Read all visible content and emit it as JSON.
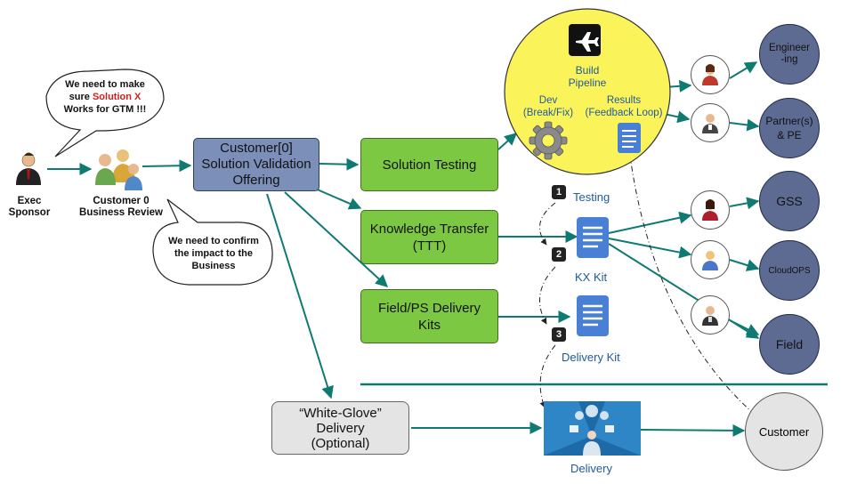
{
  "sponsor": {
    "label": "Exec\nSponsor"
  },
  "customer0": {
    "label": "Customer 0\nBusiness Review"
  },
  "bubble_top": {
    "line1": "We need to make",
    "line2_prefix": "sure ",
    "line2_highlight": "Solution X",
    "line3": "Works for GTM !!!",
    "highlight_color": "#cc1f1f"
  },
  "bubble_bottom": {
    "text": "We need to confirm\nthe impact to the\nBusiness"
  },
  "offering": {
    "label": "Customer[0]\nSolution Validation\nOffering"
  },
  "solution_testing": {
    "label": "Solution Testing"
  },
  "knowledge_transfer": {
    "label": "Knowledge Transfer\n(TTT)"
  },
  "field_ps": {
    "label": "Field/PS Delivery\nKits"
  },
  "white_glove": {
    "label": "“White-Glove”\nDelivery\n(Optional)"
  },
  "pipeline": {
    "build": "Build\nPipeline",
    "dev": "Dev\n(Break/Fix)",
    "results": "Results\n(Feedback Loop)",
    "icon": "airplane-icon",
    "color": "#fbf35a"
  },
  "labels": {
    "testing": "Testing",
    "kx_kit": "KX Kit",
    "delivery_kit": "Delivery Kit",
    "delivery": "Delivery"
  },
  "steps": [
    "1",
    "2",
    "3"
  ],
  "targets": {
    "engineering": "Engineer\n-ing",
    "partners": "Partner(s)\n& PE",
    "gss": "GSS",
    "cloudops": "CloudOPS",
    "field": "Field",
    "customer": "Customer"
  },
  "colors": {
    "teal": "#0f7a72",
    "green": "#7cc843",
    "navy": "#5d6b93",
    "doc_blue": "#4a7fd6"
  }
}
